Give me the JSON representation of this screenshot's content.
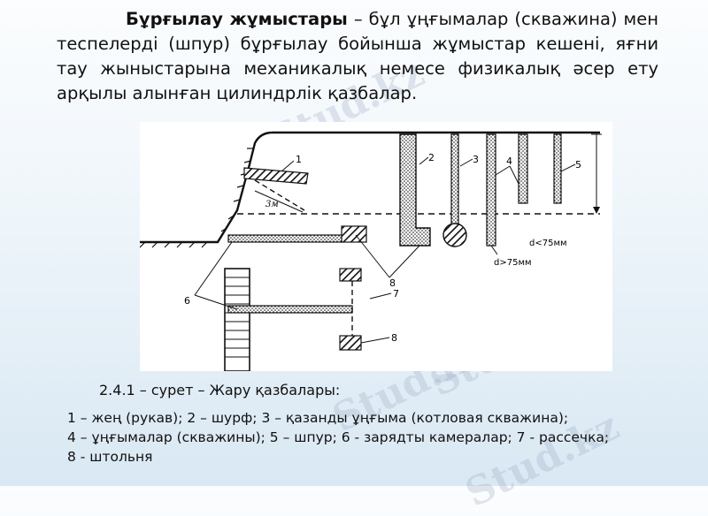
{
  "text": {
    "intro_term": "Бұрғылау жұмыстары",
    "intro_rest": " – бұл ұңғымалар (скважина) мен теспелерді (шпур) бұрғылау бойынша жұмыстар кешені, яғни тау жыныстарына механикалық немесе физикалық әсер ету арқылы алынған цилиндрлік қазбалар."
  },
  "figure": {
    "labels": {
      "n1": "1",
      "n2": "2",
      "n3": "3",
      "n4": "4",
      "n5": "5",
      "n6": "6",
      "n7": "7",
      "n8a": "8",
      "n8b": "8",
      "dim_3m": "3м",
      "d_small": "d<75мм",
      "d_large": "d>75мм"
    }
  },
  "caption": "2.4.1 – сурет – Жару қазбалары:",
  "legend": {
    "line1": "1 – жең (рукав); 2 – шурф; 3 – қазанды ұңғыма (котловая скважина);",
    "line2": "4 – ұңғымалар (скважины); 5 – шпур; 6 - зарядты камералар; 7 - рассечка;",
    "line3": "8 - штольня"
  },
  "watermark": "Stud.kz"
}
